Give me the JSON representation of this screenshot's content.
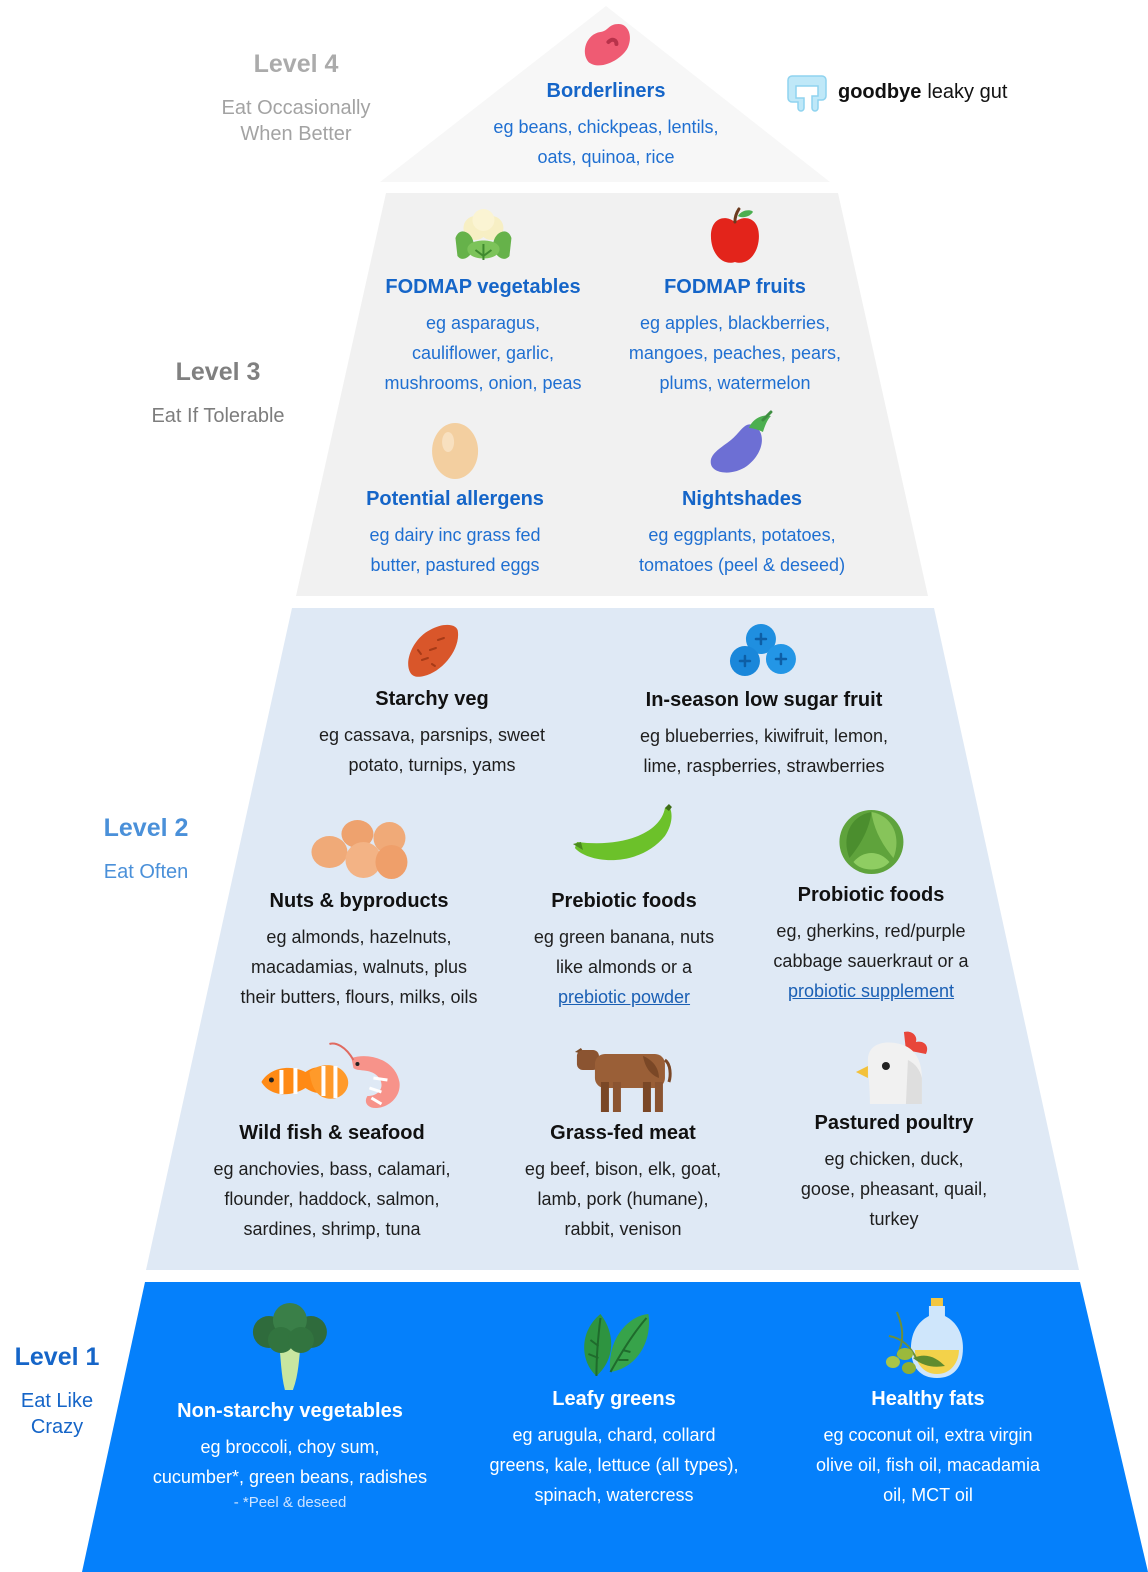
{
  "brand": {
    "bold": "goodbye",
    "light": "leaky gut",
    "icon": "intestine-icon"
  },
  "colors": {
    "level4_bg": "#f7f7f7",
    "level3_bg": "#f1f1f1",
    "level2_bg": "#dfe9f5",
    "level1_bg": "#0580fb",
    "level4_title": "#ababab",
    "level3_title": "#808080",
    "level2_title": "#4a90d9",
    "level1_title": "#1565c8"
  },
  "levels": {
    "level4": {
      "title": "Level 4",
      "subtitle_lines": [
        "Eat Occasionally",
        "When Better"
      ],
      "items": [
        {
          "name": "Borderliners",
          "icon": "bean-icon",
          "lines": [
            "eg beans, chickpeas, lentils,",
            "oats, quinoa, rice"
          ]
        }
      ]
    },
    "level3": {
      "title": "Level 3",
      "subtitle_lines": [
        "Eat If Tolerable"
      ],
      "items": [
        {
          "name": "FODMAP vegetables",
          "icon": "cauliflower-icon",
          "lines": [
            "eg asparagus,",
            "cauliflower, garlic,",
            "mushrooms, onion, peas"
          ]
        },
        {
          "name": "FODMAP fruits",
          "icon": "apple-icon",
          "lines": [
            "eg apples, blackberries,",
            "mangoes, peaches, pears,",
            "plums, watermelon"
          ]
        },
        {
          "name": "Potential allergens",
          "icon": "egg-icon",
          "lines": [
            "eg dairy inc grass fed",
            "butter, pastured eggs"
          ]
        },
        {
          "name": "Nightshades",
          "icon": "eggplant-icon",
          "lines": [
            "eg eggplants, potatoes,",
            "tomatoes (peel & deseed)"
          ]
        }
      ]
    },
    "level2": {
      "title": "Level 2",
      "subtitle_lines": [
        "Eat Often"
      ],
      "items": [
        {
          "name": "Starchy veg",
          "icon": "sweet-potato-icon",
          "lines": [
            "eg cassava, parsnips, sweet",
            "potato, turnips, yams"
          ]
        },
        {
          "name": "In-season low sugar fruit",
          "icon": "blueberries-icon",
          "lines": [
            "eg blueberries, kiwifruit, lemon,",
            "lime, raspberries, strawberries"
          ]
        },
        {
          "name": "Nuts & byproducts",
          "icon": "nuts-icon",
          "lines": [
            "eg almonds, hazelnuts,",
            "macadamias, walnuts, plus",
            "their butters, flours, milks, oils"
          ]
        },
        {
          "name": "Prebiotic foods",
          "icon": "green-banana-icon",
          "lines": [
            "eg green banana, nuts",
            "like almonds or a"
          ],
          "link": "prebiotic powder"
        },
        {
          "name": "Probiotic foods",
          "icon": "cabbage-icon",
          "lines": [
            "eg, gherkins, red/purple",
            "cabbage sauerkraut or a"
          ],
          "link": "probiotic supplement"
        },
        {
          "name": "Wild fish & seafood",
          "icon": "fish-shrimp-icon",
          "lines": [
            "eg anchovies, bass, calamari,",
            "flounder, haddock, salmon,",
            "sardines, shrimp, tuna"
          ]
        },
        {
          "name": "Grass-fed meat",
          "icon": "cow-icon",
          "lines": [
            "eg beef, bison, elk, goat,",
            "lamb, pork (humane),",
            "rabbit, venison"
          ]
        },
        {
          "name": "Pastured poultry",
          "icon": "chicken-icon",
          "lines": [
            "eg chicken, duck,",
            "goose, pheasant, quail,",
            "turkey"
          ]
        }
      ]
    },
    "level1": {
      "title": "Level 1",
      "subtitle_lines": [
        "Eat Like",
        "Crazy"
      ],
      "items": [
        {
          "name": "Non-starchy vegetables",
          "icon": "broccoli-icon",
          "lines": [
            "eg broccoli, choy sum,",
            "cucumber*, green beans, radishes"
          ],
          "note": "- *Peel & deseed"
        },
        {
          "name": "Leafy greens",
          "icon": "leafy-greens-icon",
          "lines": [
            "eg arugula, chard, collard",
            "greens, kale, lettuce (all types),",
            "spinach, watercress"
          ]
        },
        {
          "name": "Healthy fats",
          "icon": "olive-oil-icon",
          "lines": [
            "eg coconut oil, extra virgin",
            "olive oil, fish oil, macadamia",
            "oil, MCT oil"
          ]
        }
      ]
    }
  }
}
